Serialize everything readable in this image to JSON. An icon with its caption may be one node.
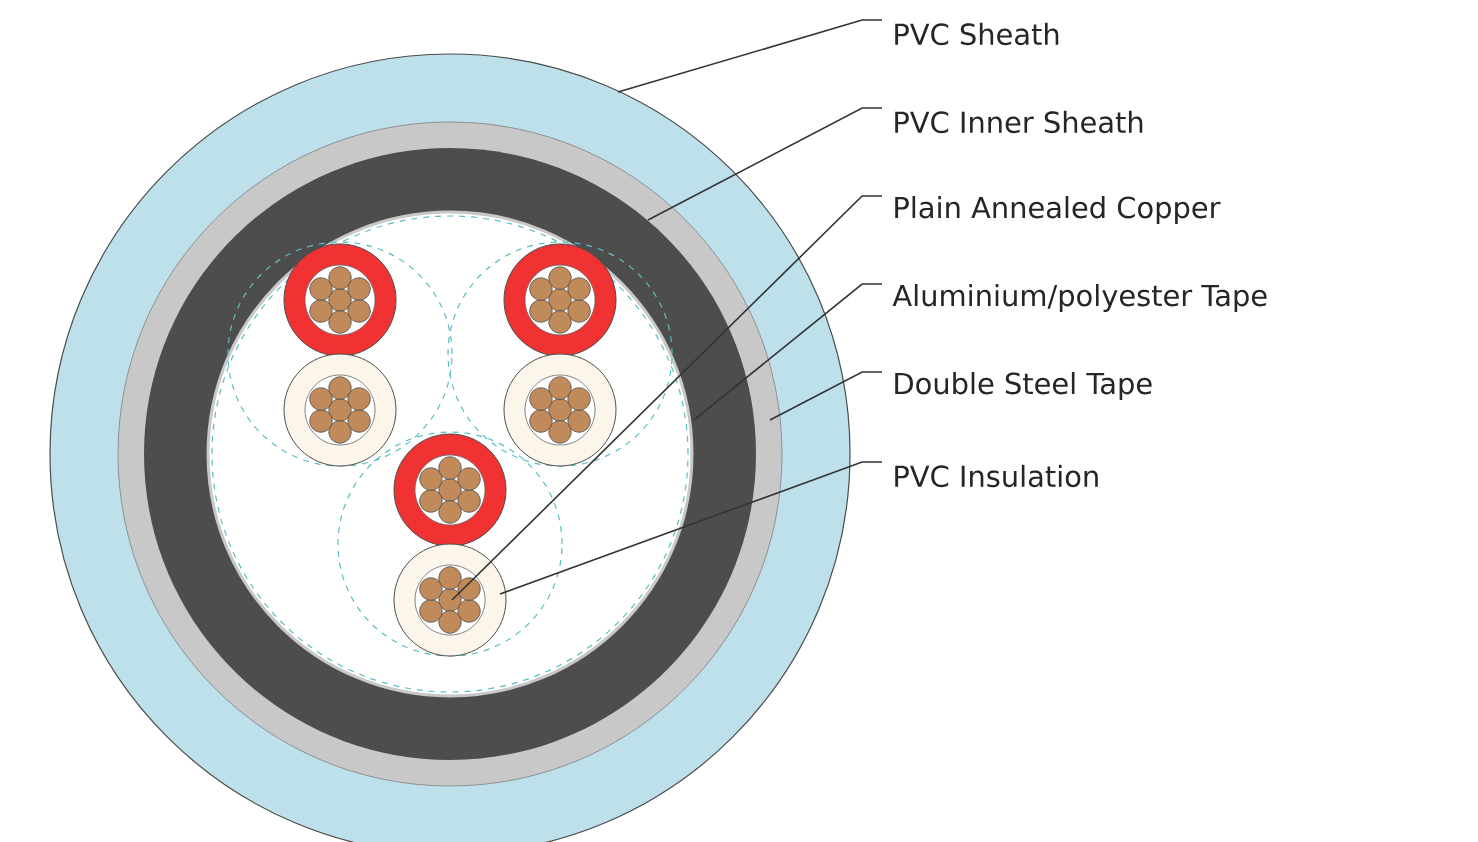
{
  "diagram": {
    "nodes": [
      {
        "text": [
          "PVC Sheath"
        ]
      },
      {
        "text": [
          "PVC Inner Sheath"
        ]
      },
      {
        "text": [
          "Plain Annealed Copper"
        ]
      },
      {
        "text": [
          "Aluminium/polyester Tape"
        ]
      },
      {
        "text": [
          "Double Steel Tape"
        ]
      },
      {
        "text": [
          "PVC Insulation"
        ]
      }
    ],
    "edges": [
      {
        "from": 0,
        "to": null,
        "arrow": "none"
      },
      {
        "from": 1,
        "to": null,
        "arrow": "none"
      },
      {
        "from": 2,
        "to": null,
        "arrow": "none"
      },
      {
        "from": 3,
        "to": null,
        "arrow": "none"
      },
      {
        "from": 4,
        "to": null,
        "arrow": "none"
      },
      {
        "from": 5,
        "to": null,
        "arrow": "none"
      }
    ]
  }
}
